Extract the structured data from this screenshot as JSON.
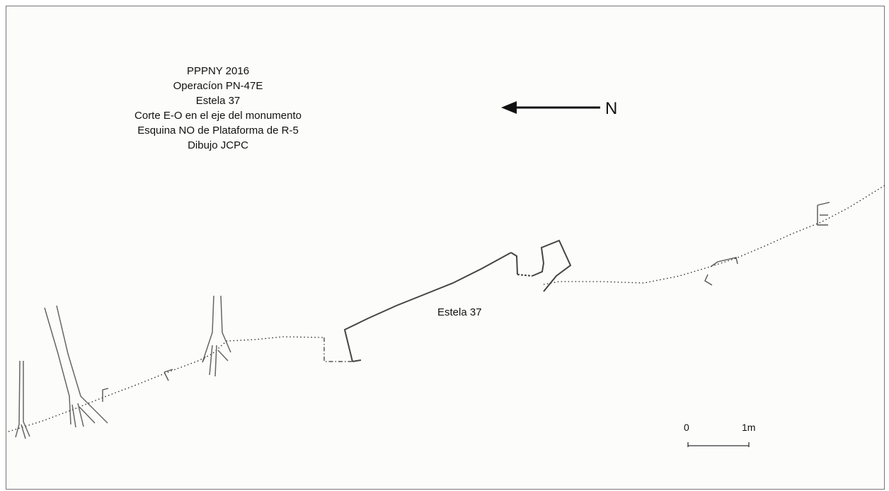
{
  "title_block": {
    "line1": "PPPNY 2016",
    "line2": "Operacíon PN-47E",
    "line3": "Estela 37",
    "line4": "Corte E-O en el eje del monumento",
    "line5": "Esquina NO de Plataforma de R-5",
    "line6": "Dibujo JCPC"
  },
  "north_arrow": {
    "label": "N"
  },
  "monument_label": "Estela 37",
  "scale_bar": {
    "start_label": "0",
    "end_label": "1m"
  },
  "colors": {
    "ink": "#111111",
    "line_gray": "#555555",
    "frame": "#777777",
    "paper": "#fcfcfb"
  }
}
